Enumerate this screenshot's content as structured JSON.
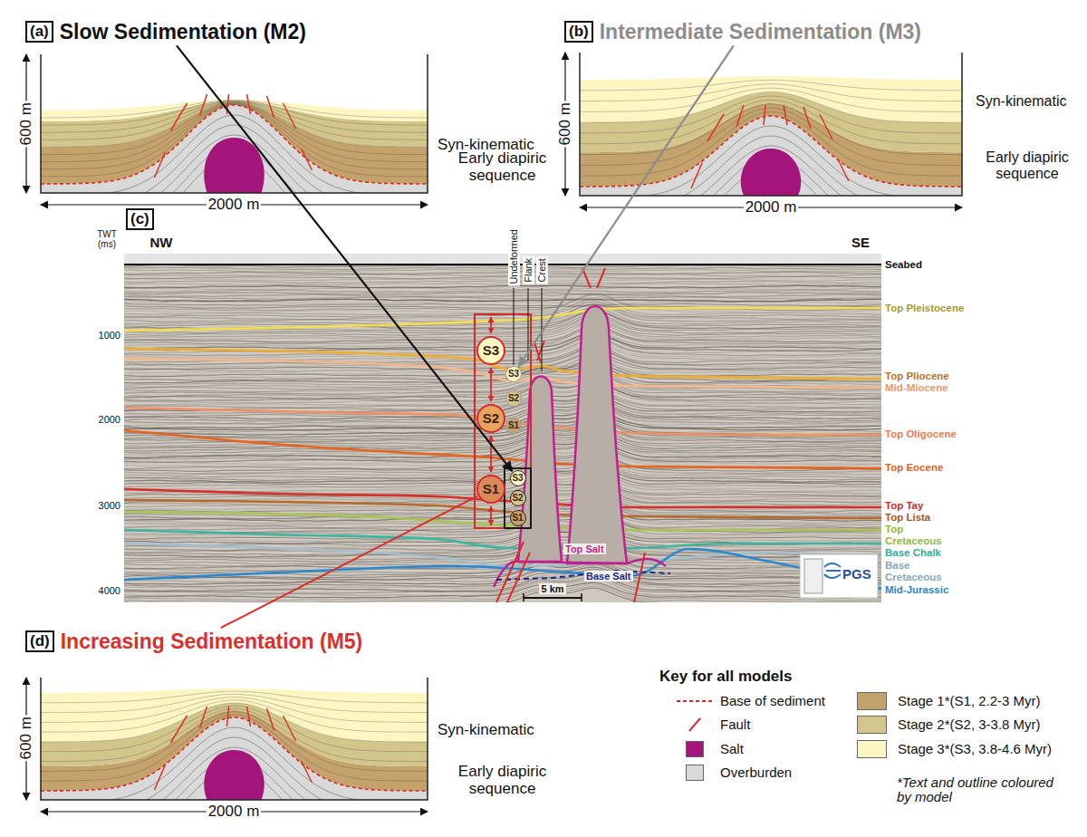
{
  "diagram": {
    "nodes": [
      {
        "text": [
          "(a)",
          "Slow Sedimentation (M2)"
        ]
      },
      {
        "text": [
          "(b)",
          "Intermediate Sedimentation (M3)"
        ]
      },
      {
        "text": [
          "S3"
        ]
      },
      {
        "text": [
          "S2"
        ]
      },
      {
        "text": [
          "S1"
        ]
      },
      {
        "text": [
          "S3"
        ]
      },
      {
        "text": [
          "S2"
        ]
      },
      {
        "text": [
          "S1"
        ]
      },
      {
        "text": [
          "S3"
        ]
      },
      {
        "text": [
          "S2"
        ]
      },
      {
        "text": [
          "S1"
        ]
      },
      {
        "text": [
          "(d)",
          "Increasing Sedimentation (M5)"
        ]
      }
    ],
    "edges": [
      {
        "from": 0,
        "to": 8,
        "arrow": "to"
      },
      {
        "from": 1,
        "to": 5,
        "arrow": "to"
      },
      {
        "from": 11,
        "to": 4,
        "arrow": "none"
      }
    ],
    "labels": [
      "600 m",
      "2000 m",
      "Syn-kinematic",
      "Early diapiric sequence",
      "600 m",
      "2000 m",
      "Syn-kinematic",
      "Early diapiric sequence",
      "(c)",
      "TWT (ms)",
      "NW",
      "SE",
      "1000",
      "2000",
      "3000",
      "4000",
      "Undeformed",
      "Flank",
      "Crest",
      "Seabed",
      "Top Pleistocene",
      "Top Pliocene",
      "Mid-Miocene",
      "Top Oligocene",
      "Top Eocene",
      "Top Tay",
      "Top Lista",
      "Top Cretaceous",
      "Base Chalk",
      "Base Cretaceous",
      "Mid-Jurassic",
      "Top Salt",
      "Base Salt",
      "5 km",
      "PGS",
      "600 m",
      "2000 m",
      "Syn-kinematic",
      "Early diapiric sequence",
      "Key for all models",
      "*Text and outline coloured by model"
    ],
    "legend": [
      {
        "text": "Base of sediment"
      },
      {
        "text": "Fault"
      },
      {
        "text": "Salt",
        "color": "#a4157c"
      },
      {
        "text": "Overburden",
        "color": "#d9d9d9"
      },
      {
        "text": "Stage 1*(S1, 2.2-3 Myr)",
        "color": "#c4a26c"
      },
      {
        "text": "Stage 2*(S2, 3-3.8 Myr)",
        "color": "#d3c68a"
      },
      {
        "text": "Stage 3*(S3, 3.8-4.6 Myr)",
        "color": "#fdf6c3"
      }
    ]
  }
}
